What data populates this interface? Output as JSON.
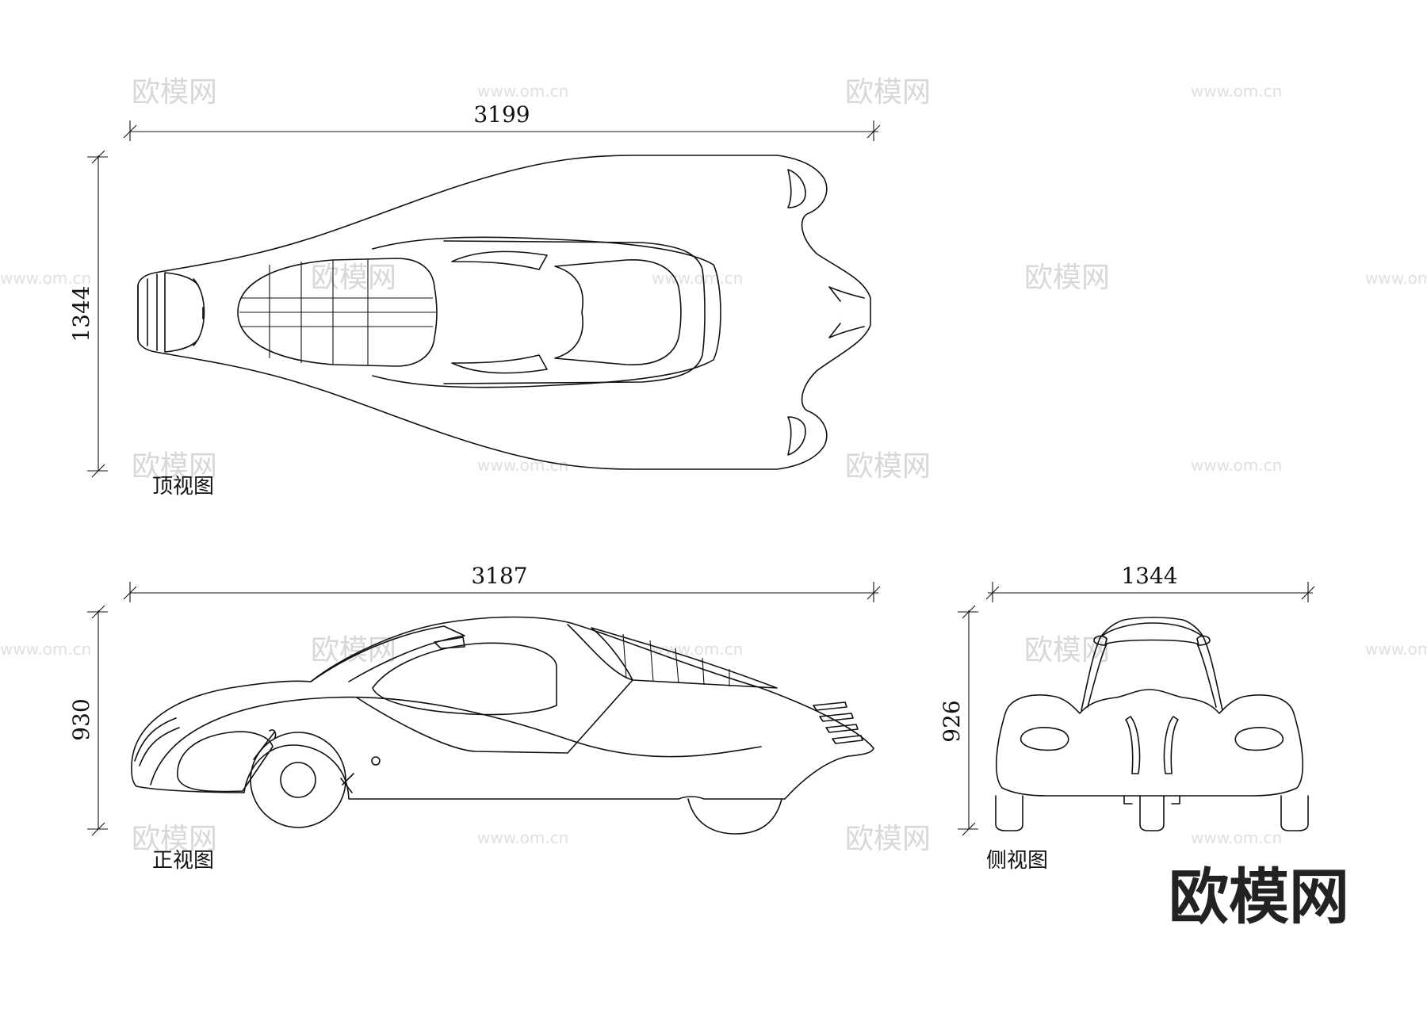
{
  "views": {
    "top": {
      "caption": "顶视图",
      "length": "3199",
      "width": "1344"
    },
    "front": {
      "caption": "正视图",
      "length": "3187",
      "height": "930"
    },
    "side": {
      "caption": "侧视图",
      "width": "1344",
      "height": "926"
    }
  },
  "watermark": {
    "cn": "欧模网",
    "url": "www.om.cn",
    "brand": "欧模网"
  }
}
